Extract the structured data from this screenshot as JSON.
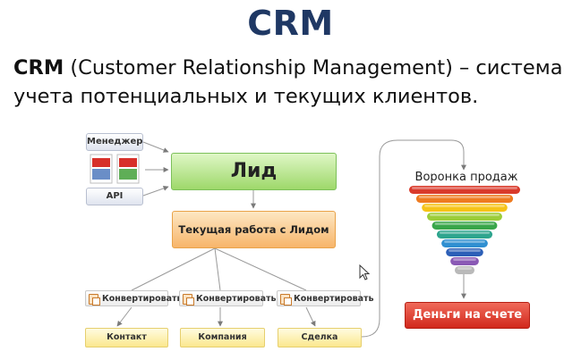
{
  "title": "CRM",
  "definition": {
    "term": "CRM",
    "rest": " (Customer Relationship Management) – система учета потенциальных и текущих клиентов."
  },
  "sources": {
    "manager": "Менеджер",
    "api": "API"
  },
  "lead": "Лид",
  "current_work": "Текущая работа с Лидом",
  "convert_label": "Конвертировать",
  "results": [
    "Контакт",
    "Компания",
    "Сделка"
  ],
  "funnel": {
    "label": "Воронка продаж",
    "colors": [
      "#d93a2b",
      "#ee7b20",
      "#f6c318",
      "#9ccd3a",
      "#39a64a",
      "#2ea58e",
      "#2f8fd1",
      "#2c5fb7",
      "#8a59b5",
      "#b9b9b9"
    ]
  },
  "money": "Деньги на счете"
}
